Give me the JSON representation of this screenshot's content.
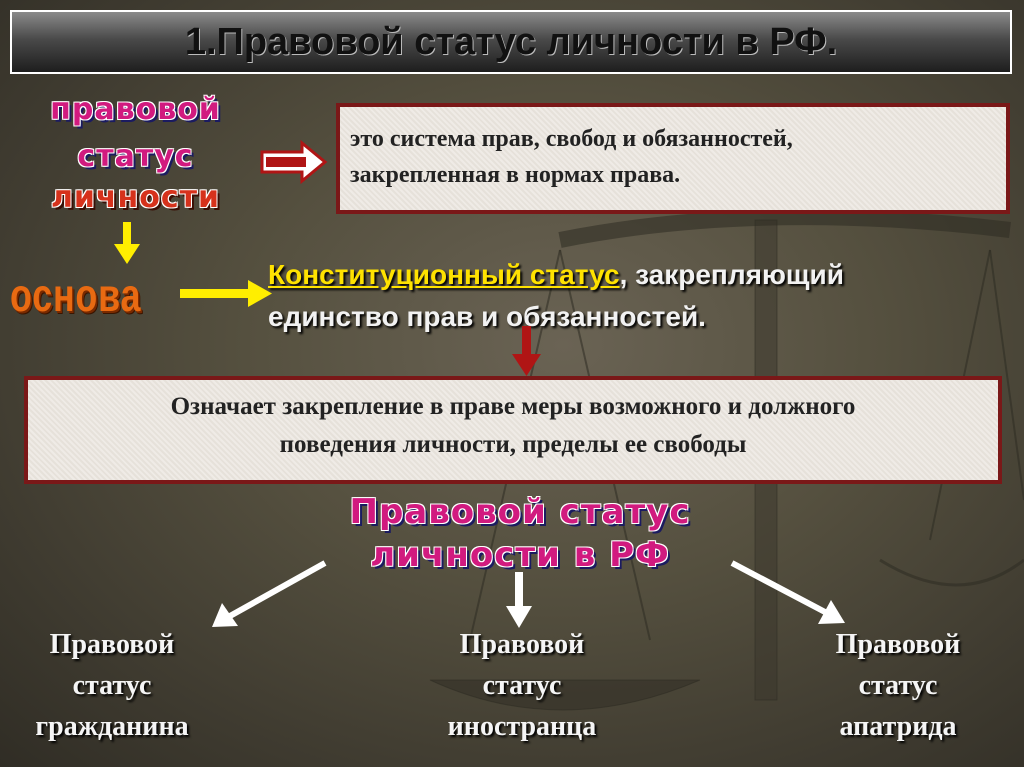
{
  "title": "1.Правовой статус личности в РФ.",
  "left_label": {
    "line1": "правовой",
    "line2": "статус",
    "line3": "личности"
  },
  "osnova": "основа",
  "definition": {
    "line1": "это система прав, свобод и обязанностей,",
    "line2": "закрепленная в нормах права."
  },
  "constitutional": {
    "highlight": "Конституционный статус",
    "rest1": ", закрепляющий",
    "rest2": "единство прав и обязанностей."
  },
  "meaning": {
    "line1": "Означает закрепление в праве меры возможного и должного",
    "line2": "поведения личности, пределы ее свободы"
  },
  "rf_heading": {
    "line1": "Правовой статус",
    "line2": "личности в РФ"
  },
  "categories": [
    {
      "line1": "Правовой",
      "line2": "статус",
      "line3": "гражданина"
    },
    {
      "line1": "Правовой",
      "line2": "статус",
      "line3": "иностранца"
    },
    {
      "line1": "Правовой",
      "line2": "статус",
      "line3": "апатрида"
    }
  ],
  "colors": {
    "box_border": "#7a1818",
    "osnova_arrow": "#ffee00",
    "red_arrow": "#b01515",
    "white_arrow": "#ffffff"
  }
}
